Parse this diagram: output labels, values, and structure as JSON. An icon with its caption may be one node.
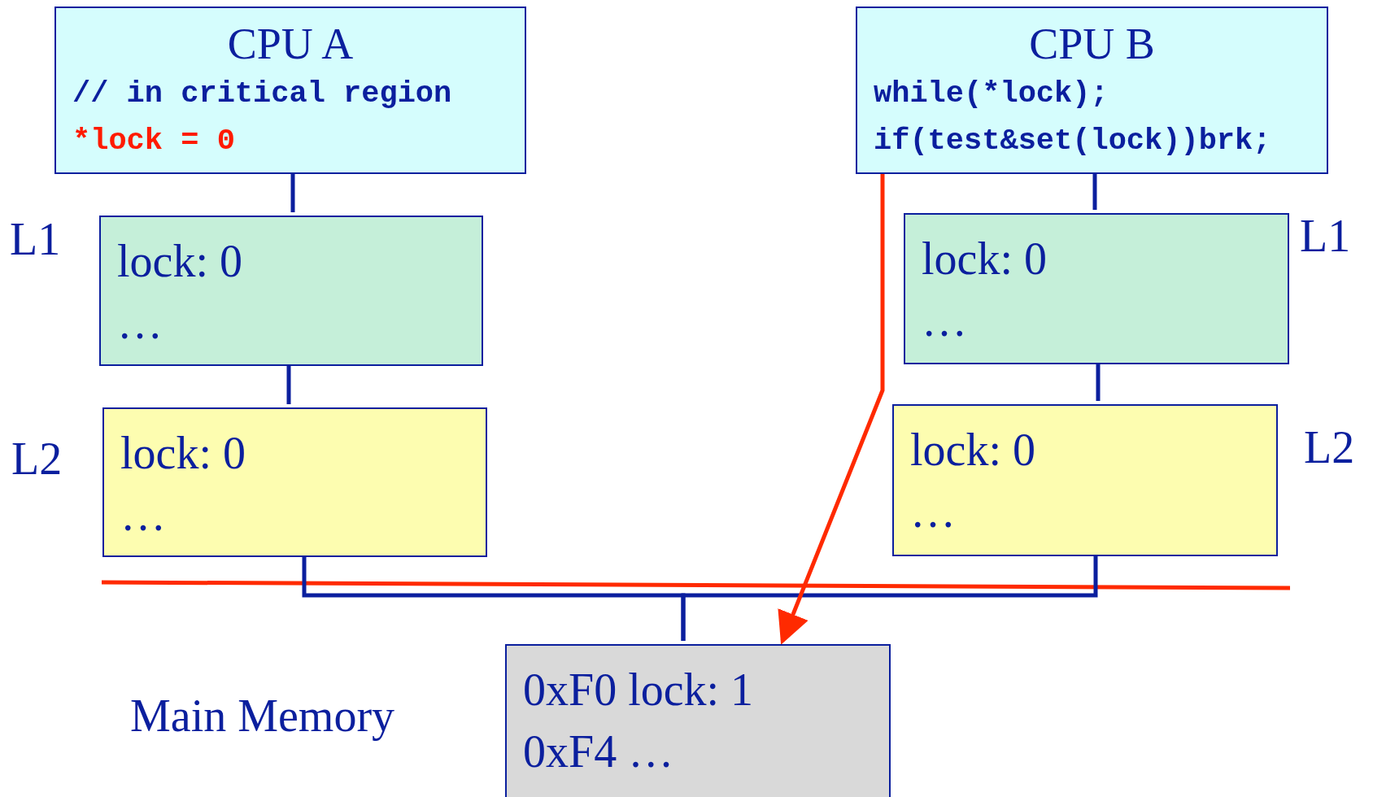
{
  "diagram": {
    "nodes": [
      {
        "text": [
          "CPU A",
          "// in critical region",
          "*lock = 0"
        ]
      },
      {
        "text": [
          "CPU B",
          "while(*lock);",
          "if(test&set(lock))brk;"
        ]
      },
      {
        "text": [
          "lock: 0",
          "…"
        ],
        "beside": [
          "L1"
        ]
      },
      {
        "text": [
          "lock: 0",
          "…"
        ],
        "beside": [
          "L1"
        ]
      },
      {
        "text": [
          "lock: 0",
          "…"
        ],
        "beside": [
          "L2"
        ]
      },
      {
        "text": [
          "lock: 0",
          "…"
        ],
        "beside": [
          "L2"
        ]
      },
      {
        "text": [
          "0xF0 lock: 1",
          "0xF4 …"
        ],
        "beside": [
          "Main Memory"
        ]
      }
    ],
    "edges": [
      {
        "from": 0,
        "to": 2,
        "arrow": "none"
      },
      {
        "from": 2,
        "to": 4,
        "arrow": "none"
      },
      {
        "from": 1,
        "to": 3,
        "arrow": "none"
      },
      {
        "from": 3,
        "to": 5,
        "arrow": "none"
      },
      {
        "from": 4,
        "to": 6,
        "arrow": "none"
      },
      {
        "from": 5,
        "to": 6,
        "arrow": "none"
      },
      {
        "from": 1,
        "to": 6,
        "arrow": "to",
        "color": "#ff2a00"
      }
    ]
  }
}
